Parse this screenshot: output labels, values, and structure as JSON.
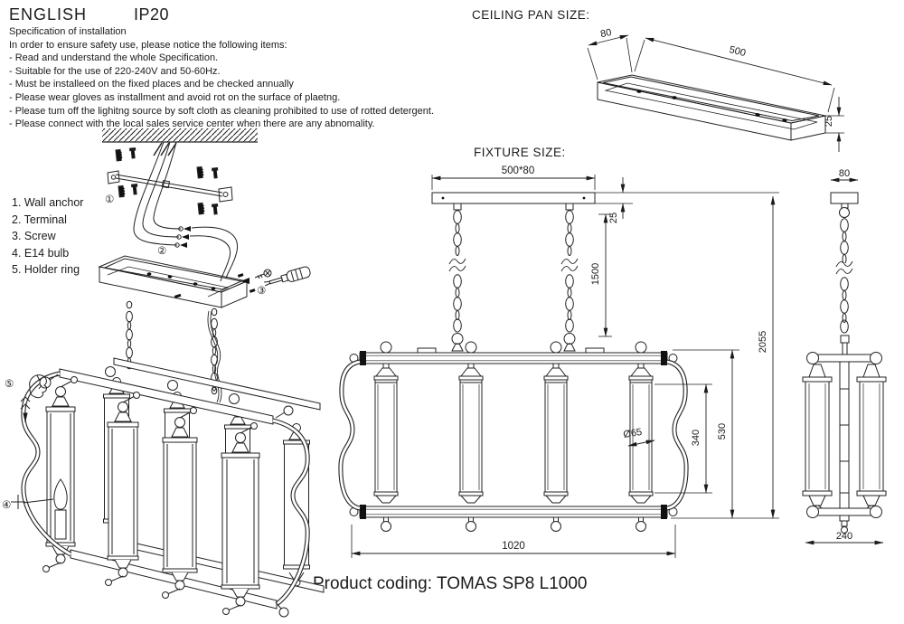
{
  "header": {
    "language": "ENGLISH",
    "ip_rating": "IP20"
  },
  "specification": {
    "title": "Specification of installation",
    "intro": "In order to ensure safety use, please notice the following items:",
    "items": [
      "- Read and understand the whole Specification.",
      "- Suitable for the use of 220-240V and 50-60Hz.",
      "- Must be installeed on the fixed places and be checked annually",
      "- Please wear gloves as installment and avoid rot on the surface of plaetng.",
      "- Please tum off the lighitng source by soft cloth as cleaning prohibited to use of rotted detergent.",
      "- Please connect with the local sales service center when there are any abnomality."
    ]
  },
  "parts_list": {
    "items": [
      "1. Wall anchor",
      "2. Terminal",
      "3. Screw",
      "4. E14 bulb",
      "5. Holder ring"
    ]
  },
  "callouts": {
    "wall_anchor": "①",
    "terminal": "②",
    "screw": "③",
    "e14_bulb": "④",
    "holder_ring": "⑤"
  },
  "ceiling_pan": {
    "title": "CEILING PAN  SIZE:",
    "width": "80",
    "length": "500",
    "height": "25"
  },
  "fixture": {
    "title": "FIXTURE SIZE:",
    "plate_size": "500*80",
    "plate_height": "25",
    "chain_length": "1500",
    "overall_height": "2055",
    "shade_diameter": "Ø65",
    "shade_height": "340",
    "body_height": "530",
    "body_width": "1020",
    "side_width": "80",
    "side_depth": "240"
  },
  "footer": {
    "product_coding": "Product coding: TOMAS SP8 L1000"
  }
}
